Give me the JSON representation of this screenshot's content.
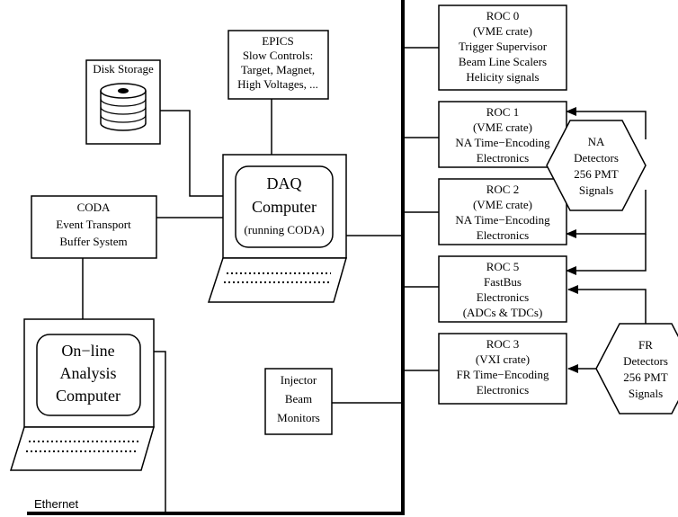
{
  "ethernet": {
    "label": "Ethernet"
  },
  "disk": {
    "label": "Disk Storage"
  },
  "epics": {
    "lines": [
      "EPICS",
      "Slow Controls:",
      "Target, Magnet,",
      "High Voltages, ..."
    ]
  },
  "daq": {
    "lines": [
      "DAQ",
      "Computer",
      "(running CODA)"
    ]
  },
  "coda": {
    "lines": [
      "CODA",
      "Event Transport",
      "Buffer System"
    ]
  },
  "analysis": {
    "lines": [
      "On−line",
      "Analysis",
      "Computer"
    ]
  },
  "injector": {
    "lines": [
      "Injector",
      "Beam",
      "Monitors"
    ]
  },
  "roc0": {
    "lines": [
      "ROC 0",
      "(VME crate)",
      "Trigger Supervisor",
      "Beam Line Scalers",
      "Helicity signals"
    ]
  },
  "roc1": {
    "lines": [
      "ROC 1",
      "(VME crate)",
      "NA Time−Encoding",
      "Electronics"
    ]
  },
  "roc2": {
    "lines": [
      "ROC 2",
      "(VME crate)",
      "NA Time−Encoding",
      "Electronics"
    ]
  },
  "roc5": {
    "lines": [
      "ROC 5",
      "FastBus",
      "Electronics",
      "(ADCs & TDCs)"
    ]
  },
  "roc3": {
    "lines": [
      "ROC 3",
      "(VXI crate)",
      "FR Time−Encoding",
      "Electronics"
    ]
  },
  "na_detectors": {
    "lines": [
      "NA",
      "Detectors",
      "256 PMT",
      "Signals"
    ]
  },
  "fr_detectors": {
    "lines": [
      "FR",
      "Detectors",
      "256 PMT",
      "Signals"
    ]
  }
}
